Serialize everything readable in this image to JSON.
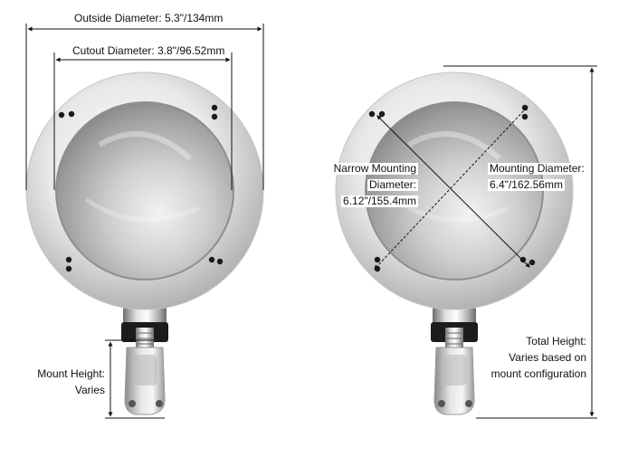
{
  "labels": {
    "outside_diameter": "Outside Diameter: 5.3\"/134mm",
    "cutout_diameter": "Cutout Diameter: 3.8\"/96.52mm",
    "narrow_line1": "Narrow Mounting",
    "narrow_line2": "Diameter:",
    "narrow_line3": "6.12\"/155.4mm",
    "mounting_line1": "Mounting Diameter:",
    "mounting_line2": "6.4\"/162.56mm",
    "total_line1": "Total Height:",
    "total_line2": "Varies based on",
    "total_line3": "mount configuration",
    "mount_line1": "Mount Height:",
    "mount_line2": "Varies"
  },
  "colors": {
    "dimension_line": "#111111",
    "chrome_light": "#f1f1f1",
    "chrome_dark": "#a9a9a9",
    "bowl_dark": "#8a8a8a",
    "mounting_hole": "#1a1a1a",
    "rubber_band": "#1c1c1c"
  }
}
